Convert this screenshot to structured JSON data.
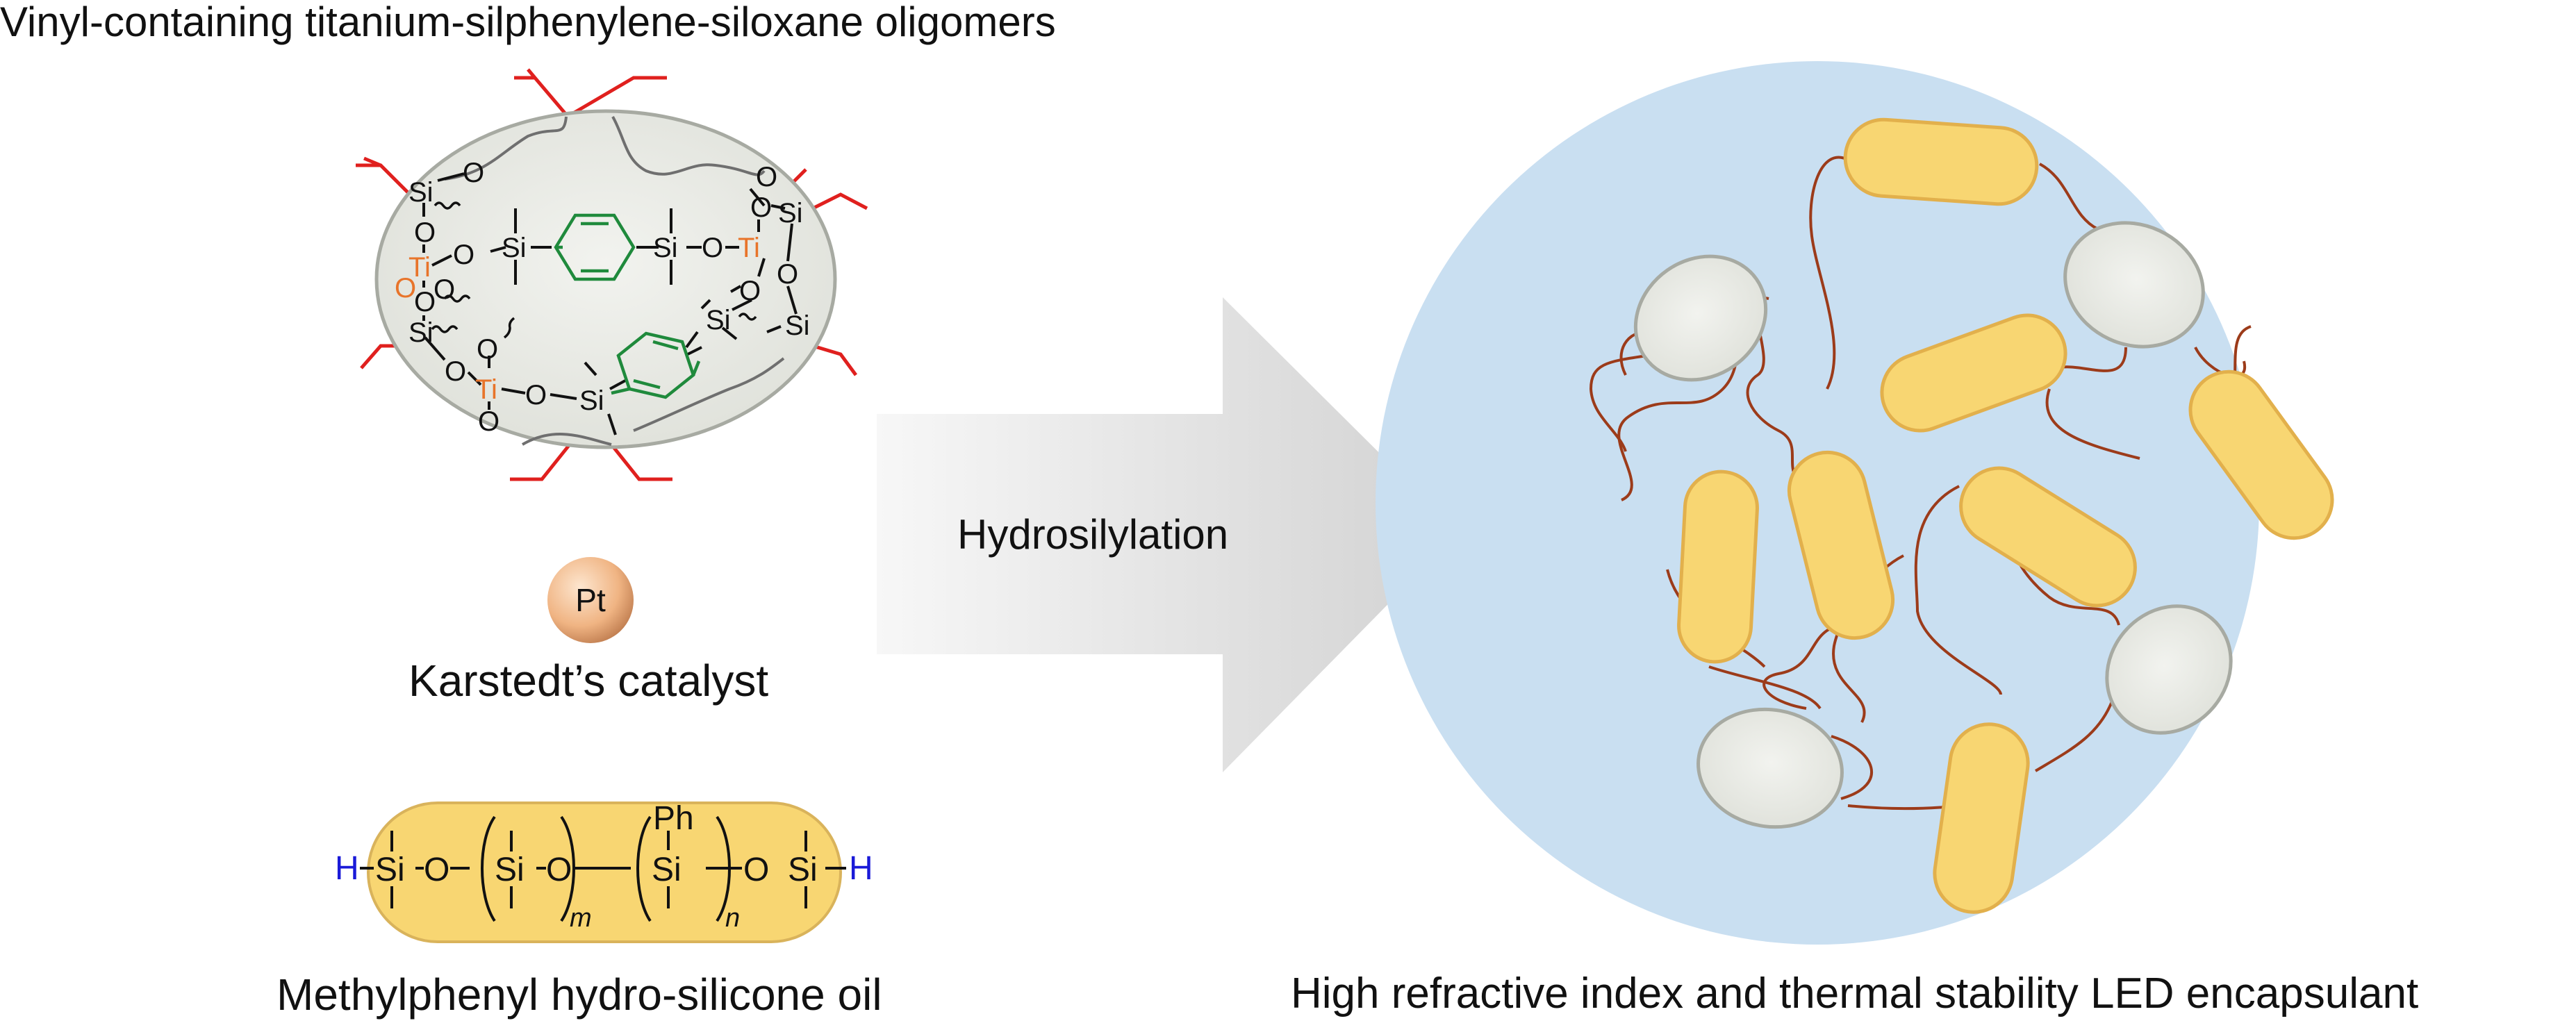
{
  "left_panel": {
    "title": "Vinyl-containing titanium-silphenylene-siloxane oligomers",
    "atoms": {
      "si": "Si",
      "o": "O",
      "ti": "Ti",
      "h": "H",
      "ph": "Ph",
      "pt": "Pt",
      "m": "m",
      "n": "n"
    },
    "catalyst_label": "Karstedt’s catalyst",
    "oil_label": "Methylphenyl hydro-silicone oil"
  },
  "arrow": {
    "label": "Hydrosilylation"
  },
  "right_panel": {
    "label": "High refractive index and thermal stability LED encapsulant"
  },
  "colors": {
    "vinyl_red": "#e0201e",
    "titanium_orange": "#e8742a",
    "phenyl_green": "#1f8a3c",
    "hydrogen_blue": "#1a1ad8",
    "oil_yellow": "#f8d672",
    "oligomer_grey": "#e9ebe6",
    "network_blue": "#c9dff1",
    "crosslink_brown": "#9c3b1a"
  }
}
